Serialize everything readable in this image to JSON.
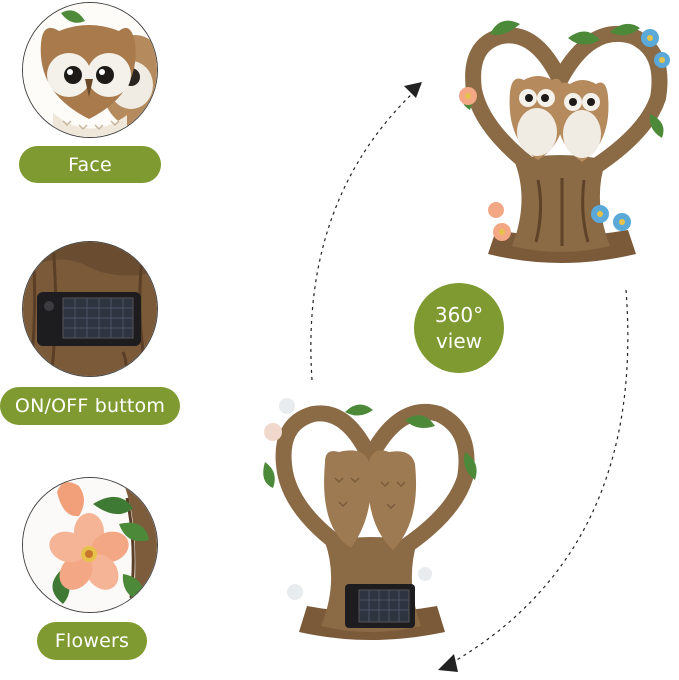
{
  "labels": {
    "face": "Face",
    "switch": "ON/OFF buttom",
    "flowers": "Flowers"
  },
  "badge": {
    "line1": "360°",
    "line2": "view"
  },
  "colors": {
    "accent_green": "#7f9a31",
    "bark": "#8b6a46",
    "flower_blue": "#5aa9d8",
    "flower_peach": "#f3a784"
  },
  "icons": [
    "owl-face-detail",
    "solar-panel-detail",
    "flower-detail",
    "rotation-arrow"
  ]
}
